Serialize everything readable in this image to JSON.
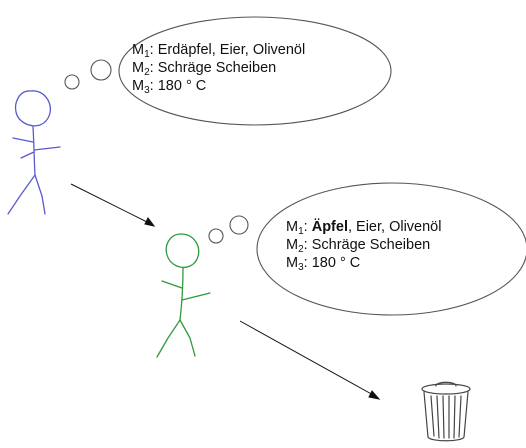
{
  "colors": {
    "figure_1": "#5a5acf",
    "figure_2": "#2f9a3c",
    "ink": "#333333"
  },
  "thought_1": {
    "labels": [
      "M",
      "M",
      "M"
    ],
    "subscripts": [
      "1",
      "2",
      "3"
    ],
    "items": [
      {
        "text": "Erdäpfel, Eier, Olivenöl"
      },
      {
        "text": "Schräge Scheiben"
      },
      {
        "text": "180 ° C"
      }
    ]
  },
  "thought_2": {
    "labels": [
      "M",
      "M",
      "M"
    ],
    "subscripts": [
      "1",
      "2",
      "3"
    ],
    "items": [
      {
        "bold": "Äpfel",
        "text": ", Eier, Olivenöl"
      },
      {
        "text": "Schräge Scheiben"
      },
      {
        "text": "180 ° C"
      }
    ]
  },
  "icons": {
    "figure_1": "stick-figure-icon",
    "figure_2": "stick-figure-icon",
    "trash": "trash-can-icon"
  }
}
